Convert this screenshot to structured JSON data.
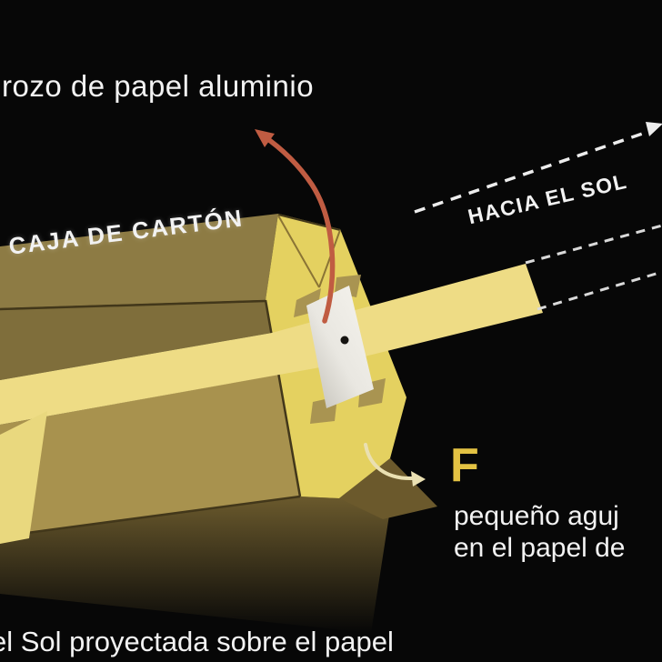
{
  "scene": {
    "background_color": "#070707",
    "foil_label": "rozo de papel aluminio",
    "box_label": "CAJA DE CARTÓN",
    "sun_direction_label": "HACIA EL SOL",
    "focus_letter": "F",
    "pinhole_caption_line1": "pequeño aguj",
    "pinhole_caption_line2": "en el papel de",
    "bottom_caption": "el Sol proyectada sobre el papel",
    "colors": {
      "cardboard_top": "#8d7b44",
      "cardboard_inner_wall": "#7f6e3b",
      "cardboard_front": "#a8924e",
      "cardboard_flap": "#6b592c",
      "box_end_face": "#e4d160",
      "light_beam": "#eedc85",
      "beam_exit": "#e9d87e",
      "fold_line": "#42371a",
      "crease_line": "#8a7435",
      "tape": "#a59050",
      "pinhole": "#151310",
      "foil_arrow": "#c05c42",
      "pinhole_arrow": "#eae0b2",
      "dash_line_bright": "#ededed",
      "dash_line_dim": "#d9d9d9",
      "focus_letter_color": "#e3c243",
      "text": "#f2f2f2"
    }
  }
}
